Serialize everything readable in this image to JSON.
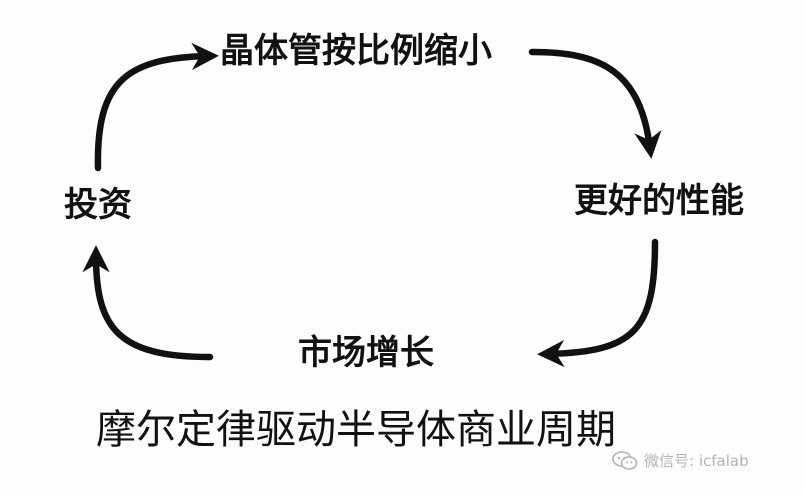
{
  "diagram": {
    "nodes": {
      "top": "晶体管按比例缩小",
      "right": "更好的性能",
      "bottom": "市场增长",
      "left": "投资"
    },
    "caption": "摩尔定律驱动半导体商业周期"
  },
  "watermark": {
    "icon": "wechat-icon",
    "text": "微信号: icfalab"
  },
  "colors": {
    "ink": "#111111",
    "watermark": "#b3b3b3"
  }
}
